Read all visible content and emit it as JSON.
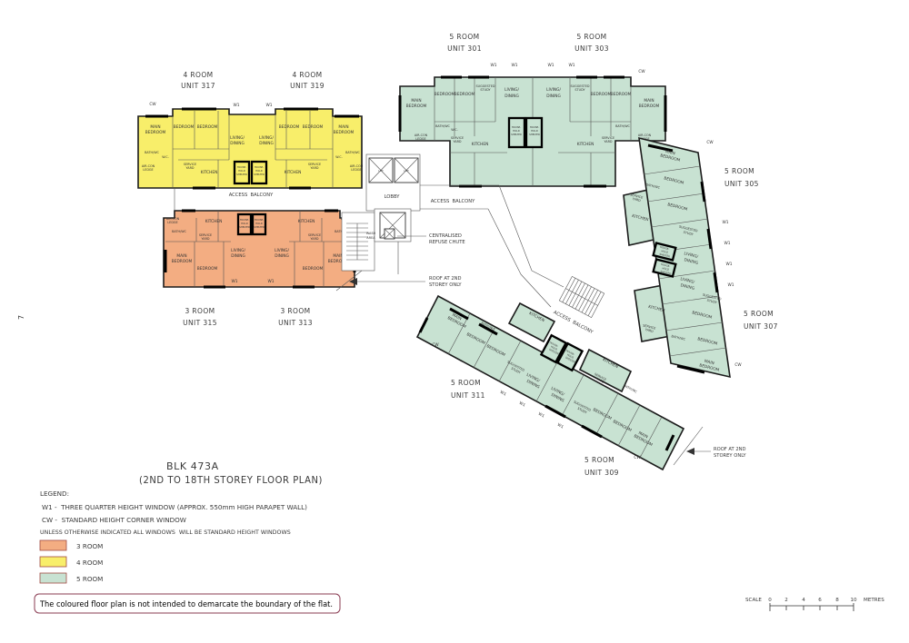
{
  "page": {
    "side_number": "7"
  },
  "title": {
    "block": "BLK 473A",
    "storey": "(2ND TO 18TH STOREY FLOOR PLAN)"
  },
  "legend": {
    "heading": "LEGEND:",
    "lines": [
      "W1 -  THREE QUARTER HEIGHT WINDOW (APPROX. 550mm HIGH PARAPET WALL)",
      "CW -  STANDARD HEIGHT CORNER WINDOW",
      "UNLESS OTHERWISE INDICATED ALL WINDOWS  WILL BE STANDARD HEIGHT WINDOWS"
    ],
    "items": [
      {
        "label": "3 ROOM",
        "color": "#f3ad82"
      },
      {
        "label": "4 ROOM",
        "color": "#f8ee6a"
      },
      {
        "label": "5 ROOM",
        "color": "#c8e2d2"
      }
    ]
  },
  "footnote": "The coloured floor plan is not intended to demarcate the boundary of the flat.",
  "scale_bar": {
    "label": "SCALE",
    "ticks": [
      "0",
      "2",
      "4",
      "6",
      "8",
      "10"
    ],
    "unit": "METRES"
  },
  "colors": {
    "room3": "#f3ad82",
    "room4": "#f8ee6a",
    "room5": "#c8e2d2",
    "wall": "#1b1b1b"
  },
  "units": [
    {
      "type": "4 ROOM",
      "no": "UNIT 317"
    },
    {
      "type": "4 ROOM",
      "no": "UNIT 319"
    },
    {
      "type": "5 ROOM",
      "no": "UNIT 301"
    },
    {
      "type": "5 ROOM",
      "no": "UNIT 303"
    },
    {
      "type": "5 ROOM",
      "no": "UNIT 305"
    },
    {
      "type": "5 ROOM",
      "no": "UNIT 307"
    },
    {
      "type": "3 ROOM",
      "no": "UNIT 315"
    },
    {
      "type": "3 ROOM",
      "no": "UNIT 313"
    },
    {
      "type": "5 ROOM",
      "no": "UNIT 311"
    },
    {
      "type": "5 ROOM",
      "no": "UNIT 309"
    }
  ],
  "rooms": {
    "main1": "MAIN",
    "main2": "BEDROOM",
    "bedroom": "BEDROOM",
    "living1": "LIVING/",
    "living2": "DINING",
    "kitchen": "KITCHEN",
    "study1": "SUGGESTED",
    "study2": "STUDY",
    "hs1": "HOUSE-",
    "hs2": "HOLD",
    "hs3": "SHELTER",
    "service1": "SERVICE",
    "service2": "YARD",
    "bathwc": "BATH/WC",
    "wc": "W.C.",
    "aircon1": "AIR-CON",
    "aircon2": "LEDGE",
    "wash1": "WASH",
    "wash2": "AREA",
    "lift": "LIFT"
  },
  "markers": {
    "w1": "W1",
    "cw": "CW"
  },
  "annotations": {
    "lobby": "LOBBY",
    "access_balcony": "ACCESS  BALCONY",
    "refuse1": "CENTRALISED",
    "refuse2": "REFUSE CHUTE",
    "roof1": "ROOF AT 2ND",
    "roof2": "STOREY ONLY"
  }
}
